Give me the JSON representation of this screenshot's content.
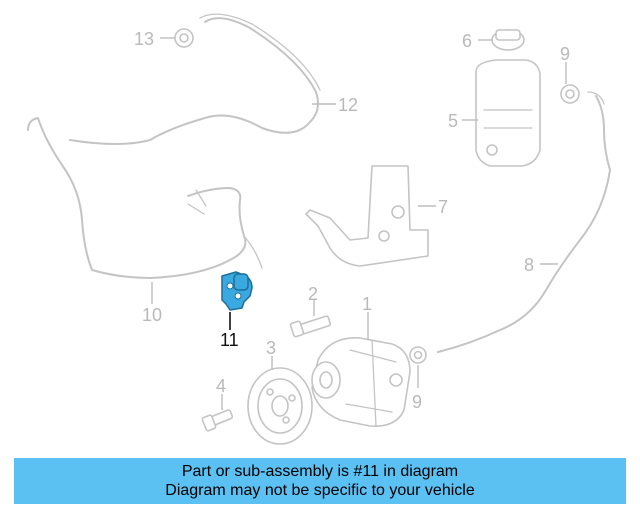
{
  "callouts": {
    "c1": "1",
    "c2": "2",
    "c3": "3",
    "c4": "4",
    "c5": "5",
    "c6": "6",
    "c7": "7",
    "c8": "8",
    "c9a": "9",
    "c9b": "9",
    "c10": "10",
    "c11": "11",
    "c12": "12",
    "c13": "13"
  },
  "highlighted_part": "11",
  "colors": {
    "highlight": "#3aa9df",
    "banner": "#5bc0f2",
    "line_art": "#c4c4c4"
  },
  "banner": {
    "line1": "Part or sub-assembly is #11 in diagram",
    "line2": "Diagram may not be specific to your vehicle"
  }
}
